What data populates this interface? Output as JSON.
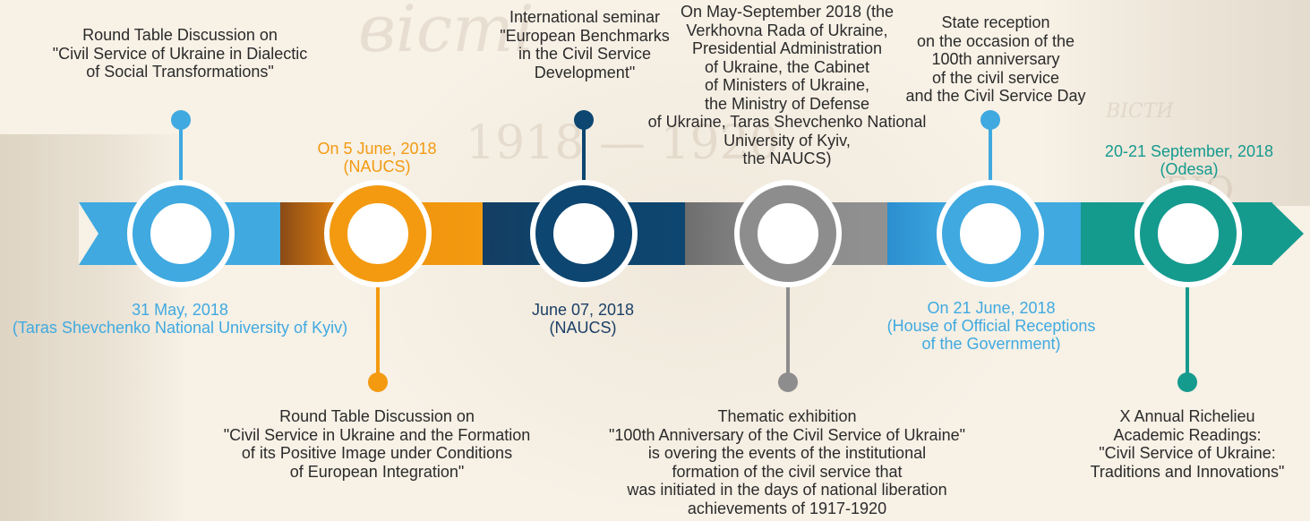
{
  "colors": {
    "blue": "#3fa9e0",
    "orange": "#f39a10",
    "navy": "#0d4670",
    "gray": "#8d8d8d",
    "teal": "#159a8e"
  },
  "events": [
    {
      "date": [
        "31 May, 2018",
        "(Taras Shevchenko National University of Kyiv)"
      ],
      "description": [
        "Round Table Discussion on",
        "\"Civil Service of Ukraine in Dialectic",
        "of Social Transformations\""
      ]
    },
    {
      "date": [
        "On 5 June, 2018",
        "(NAUCS)"
      ],
      "description": [
        "Round Table Discussion on",
        "\"Civil Service in Ukraine and the Formation",
        "of its Positive Image under Conditions",
        "of European Integration\""
      ]
    },
    {
      "date": [
        "June 07, 2018",
        "(NAUCS)"
      ],
      "description": [
        "International seminar",
        "\"European Benchmarks",
        "in the Civil Service",
        "Development\""
      ]
    },
    {
      "date": [
        "On May-September 2018 (the",
        "Verkhovna Rada of Ukraine,",
        "Presidential Administration",
        "of  Ukraine, the Cabinet",
        "of Ministers of Ukraine,",
        "the Ministry of Defense",
        "of Ukraine, Taras Shevchenko National",
        "University of Kyiv,",
        "the NAUCS)"
      ],
      "description": [
        "Thematic exhibition",
        "\"100th Anniversary of the Civil Service of Ukraine\"",
        "is overing  the events of the institutional",
        "formation of the civil service that",
        "was initiated in the days of national liberation",
        "achievements of 1917-1920"
      ]
    },
    {
      "date": [
        "On 21 June, 2018",
        "(House of Official Receptions",
        "of the Government)"
      ],
      "description": [
        "State reception",
        "on the occasion of the",
        "100th anniversary",
        "of the civil service",
        "and the Civil Service Day"
      ]
    },
    {
      "date": [
        "20-21 September, 2018",
        "(Odesa)"
      ],
      "description": [
        "X Annual Richelieu",
        "Academic Readings:",
        "\"Civil Service of Ukraine:",
        "Traditions and Innovations\""
      ]
    }
  ]
}
